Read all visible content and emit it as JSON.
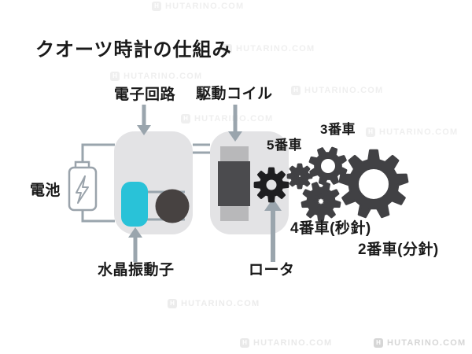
{
  "title": "クオーツ時計の仕組み",
  "watermark": {
    "text": "HUTARINO.COM"
  },
  "diagram": {
    "labels": {
      "circuit": "電子回路",
      "drive_coil": "駆動コイル",
      "battery": "電池",
      "crystal": "水晶振動子",
      "rotor": "ロータ",
      "wheel5": "5番車",
      "wheel3": "3番車",
      "wheel4": "4番車(秒針)",
      "wheel2": "2番車(分針)"
    },
    "colors": {
      "block": "#e3e3e5",
      "crystal": "#29c2d8",
      "ic_circle": "#474241",
      "coil_dark": "#4b4b4e",
      "coil_light": "#b8b8ba",
      "wire": "#9aa5ad",
      "battery_outline": "#9aa3ab",
      "gear": "#414144",
      "rotor_gear": "#1e1e20",
      "text": "#1a1a1a"
    }
  }
}
